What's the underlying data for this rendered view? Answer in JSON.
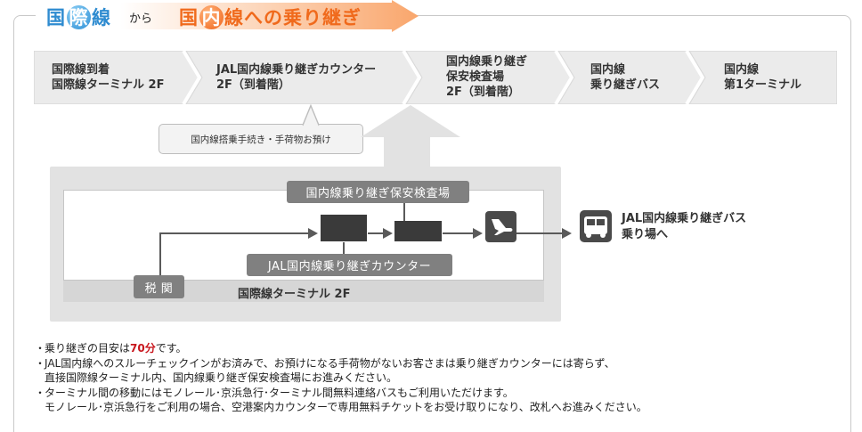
{
  "title": {
    "intl_char1": "国",
    "intl_badge": "際",
    "intl_char3": "線",
    "kara": "から",
    "dom_char1": "国",
    "dom_badge": "内",
    "dom_rest": "線への乗り継ぎ"
  },
  "steps": [
    {
      "line1": "国際線到着",
      "line2": "国際線ターミナル 2F",
      "line3": ""
    },
    {
      "line1": "JAL国内線乗り継ぎカウンター",
      "line2": "2F（到着階）",
      "line3": ""
    },
    {
      "line1": "国内線乗り継ぎ",
      "line2": "保安検査場",
      "line3": "2F（到着階）"
    },
    {
      "line1": "国内線",
      "line2": "乗り継ぎバス",
      "line3": ""
    },
    {
      "line1": "国内線",
      "line2": "第1ターミナル",
      "line3": ""
    }
  ],
  "callout": "国内線搭乗手続き・手荷物お預け",
  "map": {
    "security_label": "国内線乗り継ぎ保安検査場",
    "counter_label": "JAL国内線乗り継ぎカウンター",
    "customs_label": "税 関",
    "terminal_label": "国際線ターミナル 2F",
    "bus_line1": "JAL国内線乗り継ぎバス",
    "bus_line2": "乗り場へ"
  },
  "notes": {
    "bullet": "・",
    "n1_pre": "乗り継ぎの目安は",
    "n1_highlight": "70分",
    "n1_post": "です。",
    "n2_line1": "JAL国内線へのスルーチェックインがお済みで、お預けになる手荷物がないお客さまは乗り継ぎカウンターには寄らず、",
    "n2_line2": "直接国際線ターミナル内、国内線乗り継ぎ保安検査場にお進みください。",
    "n3_line1": "ターミナル間の移動にはモノレール･京浜急行･ターミナル間無料連絡バスもご利用いただけます。",
    "n3_line2": "モノレール･京浜急行をご利用の場合、空港案内カウンターで専用無料チケットをお受け取りになり、改札へお進みください。"
  },
  "colors": {
    "intl_blue": "#2e8bd0",
    "dom_orange": "#f06a1c",
    "highlight_red": "#c8161d",
    "step_gray": "#ececec",
    "dark_block": "#3a3a3a"
  },
  "icons": [
    "airplane-departure-icon",
    "bus-icon"
  ]
}
